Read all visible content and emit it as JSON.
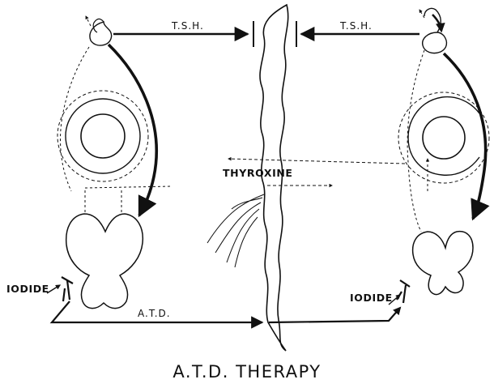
{
  "labels": {
    "tsh_left": "T.S.H.",
    "tsh_right": "T.S.H.",
    "thyroxine": "THYROXINE",
    "atd": "A.T.D.",
    "iodide_left": "IODIDE",
    "iodide_right": "IODIDE",
    "title": "A.T.D. THERAPY"
  },
  "colors": {
    "ink": "#111111",
    "background": "#ffffff"
  }
}
